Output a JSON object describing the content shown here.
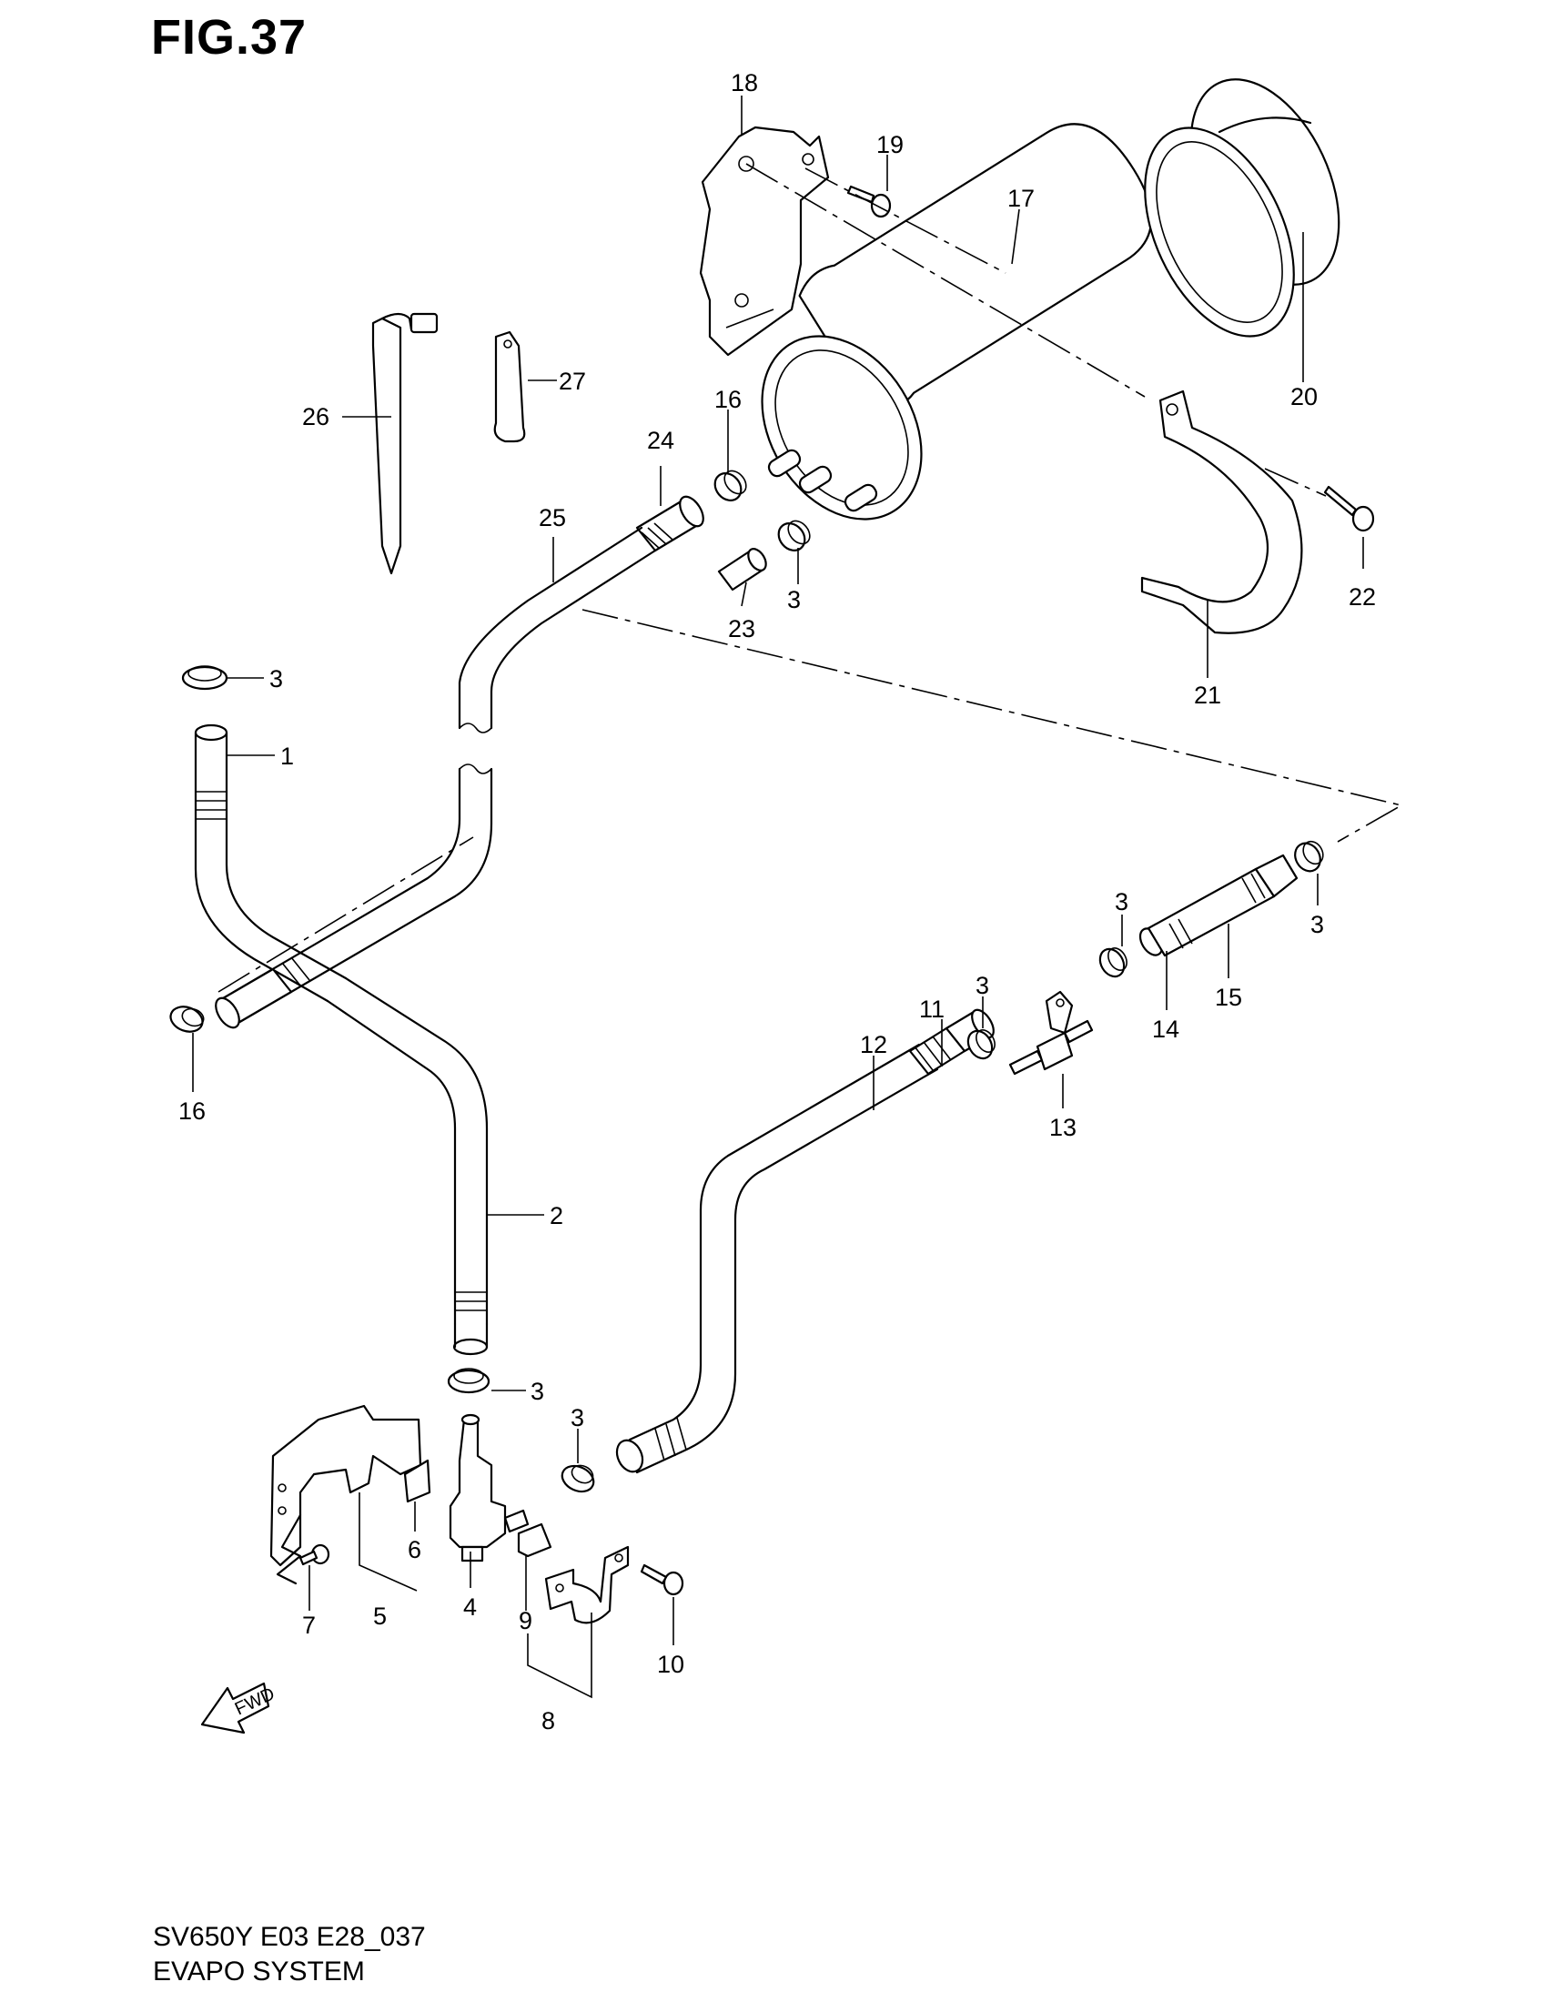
{
  "figure": {
    "title": "FIG.37",
    "model_code": "SV650Y E03 E28_037",
    "system_name": "EVAPO SYSTEM",
    "direction_badge": "FWD"
  },
  "callouts": {
    "c1": "1",
    "c2": "2",
    "c3a": "3",
    "c3b": "3",
    "c3c": "3",
    "c3d": "3",
    "c3e": "3",
    "c3f": "3",
    "c3g": "3",
    "c4": "4",
    "c5": "5",
    "c6": "6",
    "c7": "7",
    "c8": "8",
    "c9": "9",
    "c10": "10",
    "c11": "11",
    "c12": "12",
    "c13": "13",
    "c14": "14",
    "c15": "15",
    "c16a": "16",
    "c16b": "16",
    "c17": "17",
    "c18": "18",
    "c19": "19",
    "c20": "20",
    "c21": "21",
    "c22": "22",
    "c23": "23",
    "c24": "24",
    "c25": "25",
    "c26": "26",
    "c27": "27"
  },
  "colors": {
    "ink": "#000000",
    "paper": "#ffffff"
  }
}
